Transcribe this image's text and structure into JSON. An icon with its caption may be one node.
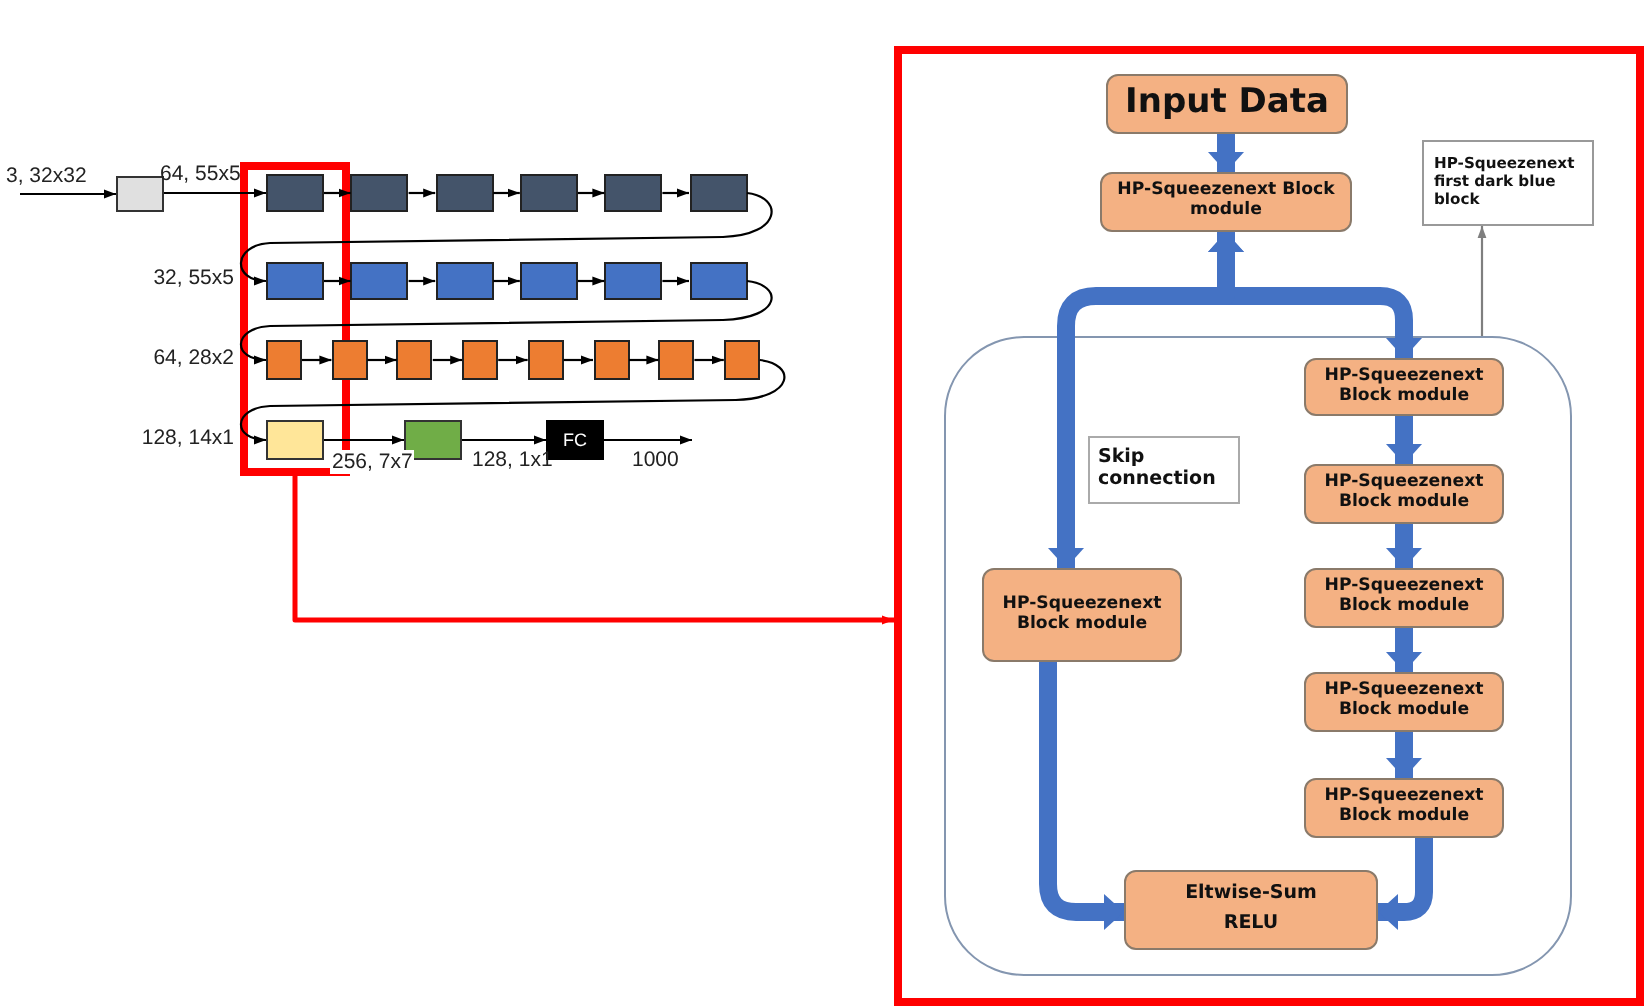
{
  "diagram": {
    "nodes": [
      {
        "text": [],
        "shape": "box"
      },
      {
        "text": [],
        "shape": "box"
      },
      {
        "text": [],
        "shape": "box",
        "in": 1
      },
      {
        "text": [],
        "shape": "box"
      },
      {
        "text": [],
        "shape": "box"
      },
      {
        "text": [],
        "shape": "box"
      },
      {
        "text": [],
        "shape": "box"
      },
      {
        "text": [],
        "shape": "box"
      },
      {
        "text": [],
        "shape": "box",
        "in": 1
      },
      {
        "text": [],
        "shape": "box"
      },
      {
        "text": [],
        "shape": "box"
      },
      {
        "text": [],
        "shape": "box"
      },
      {
        "text": [],
        "shape": "box"
      },
      {
        "text": [],
        "shape": "box"
      },
      {
        "text": [],
        "shape": "box",
        "in": 1
      },
      {
        "text": [],
        "shape": "box"
      },
      {
        "text": [],
        "shape": "box"
      },
      {
        "text": [],
        "shape": "box"
      },
      {
        "text": [],
        "shape": "box"
      },
      {
        "text": [],
        "shape": "box"
      },
      {
        "text": [],
        "shape": "box"
      },
      {
        "text": [],
        "shape": "box"
      },
      {
        "text": [],
        "shape": "box",
        "in": 1
      },
      {
        "text": [],
        "shape": "box"
      },
      {
        "text": [
          "FC"
        ]
      },
      {
        "text": [],
        "shape": "box"
      },
      {
        "text": [
          "Input Data"
        ],
        "in": 25
      },
      {
        "text": [
          "HP-Squeezenext Block module"
        ],
        "in": 25
      },
      {
        "text": [
          "HP-Squeezenext first dark blue block"
        ],
        "in": 25
      },
      {
        "text": [],
        "shape": "box",
        "in": 25
      },
      {
        "text": [
          "Skip connection"
        ],
        "in": 29
      },
      {
        "text": [
          "HP-Squeezenext Block module"
        ],
        "in": 29
      },
      {
        "text": [
          "HP-Squeezenext Block module"
        ],
        "in": 29
      },
      {
        "text": [
          "HP-Squeezenext Block module"
        ],
        "in": 29
      },
      {
        "text": [
          "HP-Squeezenext Block module"
        ],
        "in": 29
      },
      {
        "text": [
          "HP-Squeezenext Block module"
        ],
        "in": 29
      },
      {
        "text": [
          "HP-Squeezenext Block module"
        ],
        "in": 29
      },
      {
        "text": [
          "Eltwise-Sum",
          "RELU"
        ],
        "in": 29
      }
    ],
    "edges": [
      {
        "from": null,
        "to": 0,
        "arrow": "to",
        "label": "3, 32x32"
      },
      {
        "from": 0,
        "to": 2,
        "arrow": "to",
        "label": "64, 55x5"
      },
      {
        "from": 2,
        "to": 3,
        "arrow": "to"
      },
      {
        "from": 3,
        "to": 4,
        "arrow": "to"
      },
      {
        "from": 4,
        "to": 5,
        "arrow": "to"
      },
      {
        "from": 5,
        "to": 6,
        "arrow": "to"
      },
      {
        "from": 6,
        "to": 7,
        "arrow": "to"
      },
      {
        "from": 7,
        "to": 8,
        "arrow": "to",
        "label": "32, 55x5"
      },
      {
        "from": 8,
        "to": 9,
        "arrow": "to"
      },
      {
        "from": 9,
        "to": 10,
        "arrow": "to"
      },
      {
        "from": 10,
        "to": 11,
        "arrow": "to"
      },
      {
        "from": 11,
        "to": 12,
        "arrow": "to"
      },
      {
        "from": 12,
        "to": 13,
        "arrow": "to"
      },
      {
        "from": 13,
        "to": 14,
        "arrow": "to",
        "label": "64, 28x2"
      },
      {
        "from": 14,
        "to": 15,
        "arrow": "to"
      },
      {
        "from": 15,
        "to": 16,
        "arrow": "to"
      },
      {
        "from": 16,
        "to": 17,
        "arrow": "to"
      },
      {
        "from": 17,
        "to": 18,
        "arrow": "to"
      },
      {
        "from": 18,
        "to": 19,
        "arrow": "to"
      },
      {
        "from": 19,
        "to": 20,
        "arrow": "to"
      },
      {
        "from": 20,
        "to": 21,
        "arrow": "to"
      },
      {
        "from": 21,
        "to": 22,
        "arrow": "to",
        "label": "128, 14x1"
      },
      {
        "from": 22,
        "to": 23,
        "arrow": "to",
        "label": "256, 7x7"
      },
      {
        "from": 23,
        "to": 24,
        "arrow": "to",
        "label": "128, 1x1"
      },
      {
        "from": 24,
        "to": null,
        "arrow": "to",
        "label": "1000"
      },
      {
        "from": 1,
        "to": 25,
        "arrow": "to",
        "color": "#ff0000"
      },
      {
        "from": 26,
        "to": 27,
        "arrow": "to",
        "style": "thick",
        "color": "#4472c4"
      },
      {
        "from": 27,
        "to": 31,
        "arrow": "both",
        "style": "thick",
        "color": "#4472c4"
      },
      {
        "from": 27,
        "to": 36,
        "arrow": "both",
        "style": "thick",
        "color": "#4472c4"
      },
      {
        "from": 31,
        "to": 32,
        "arrow": "to",
        "style": "thick",
        "color": "#4472c4"
      },
      {
        "from": 32,
        "to": 33,
        "arrow": "to",
        "style": "thick",
        "color": "#4472c4"
      },
      {
        "from": 33,
        "to": 34,
        "arrow": "to",
        "style": "thick",
        "color": "#4472c4"
      },
      {
        "from": 34,
        "to": 35,
        "arrow": "to",
        "style": "thick",
        "color": "#4472c4"
      },
      {
        "from": 35,
        "to": 37,
        "arrow": "to",
        "style": "thick",
        "color": "#4472c4"
      },
      {
        "from": 36,
        "to": 37,
        "arrow": "to",
        "style": "thick",
        "color": "#4472c4"
      },
      {
        "from": 29,
        "to": 28,
        "arrow": "to",
        "color": "#7f7f7f"
      }
    ]
  }
}
